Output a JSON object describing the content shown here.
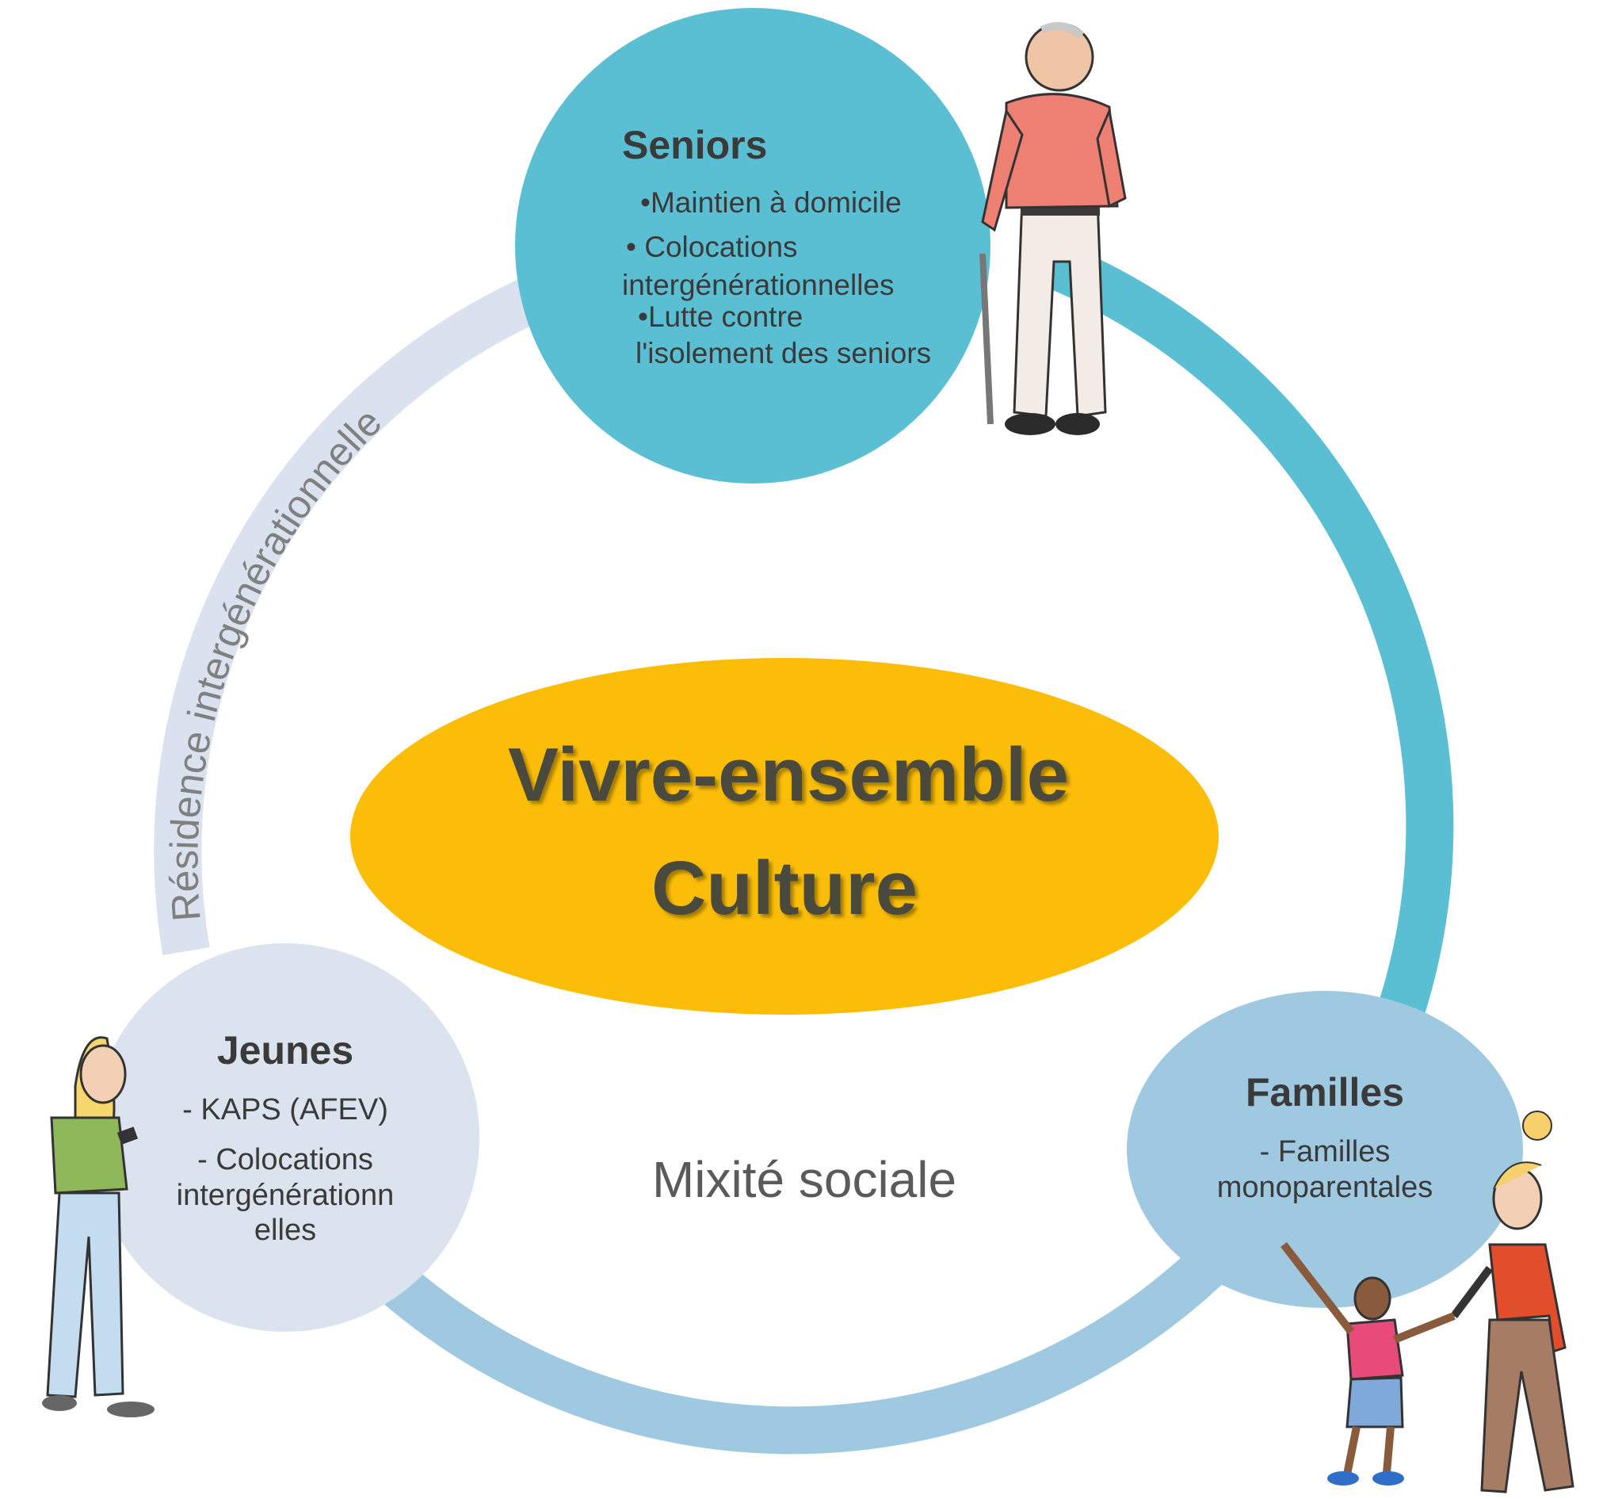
{
  "center": {
    "line1": "Vivre-ensemble",
    "line2": "Culture"
  },
  "mixite_label": "Mixité sociale",
  "arc_label": "Résidence intergénérationnelle",
  "seniors": {
    "title": "Seniors",
    "items": [
      "•Maintien à domicile",
      "• Colocations",
      "intergénérationnelles",
      "•Lutte contre",
      "l'isolement des seniors"
    ]
  },
  "jeunes": {
    "title": "Jeunes",
    "items": [
      "- KAPS (AFEV)",
      "- Colocations",
      "intergénérationn",
      "elles"
    ]
  },
  "familles": {
    "title": "Familles",
    "items": [
      "- Familles",
      "monoparentales"
    ]
  },
  "colors": {
    "ring_teal": "#5bbfd3",
    "ring_blue": "#9ec9e0",
    "ring_pale": "#d9e2ee",
    "seniors_circle": "#5bbfd3",
    "jeunes_circle": "#dbe3ee",
    "familles_circle": "#9fc9e1",
    "center_ellipse": "#fbbd07",
    "text_dark": "#3c3c3c",
    "text_grey": "#555555"
  },
  "illustrations": [
    "old-man-with-cane",
    "young-woman-with-phone",
    "mother-and-child"
  ]
}
